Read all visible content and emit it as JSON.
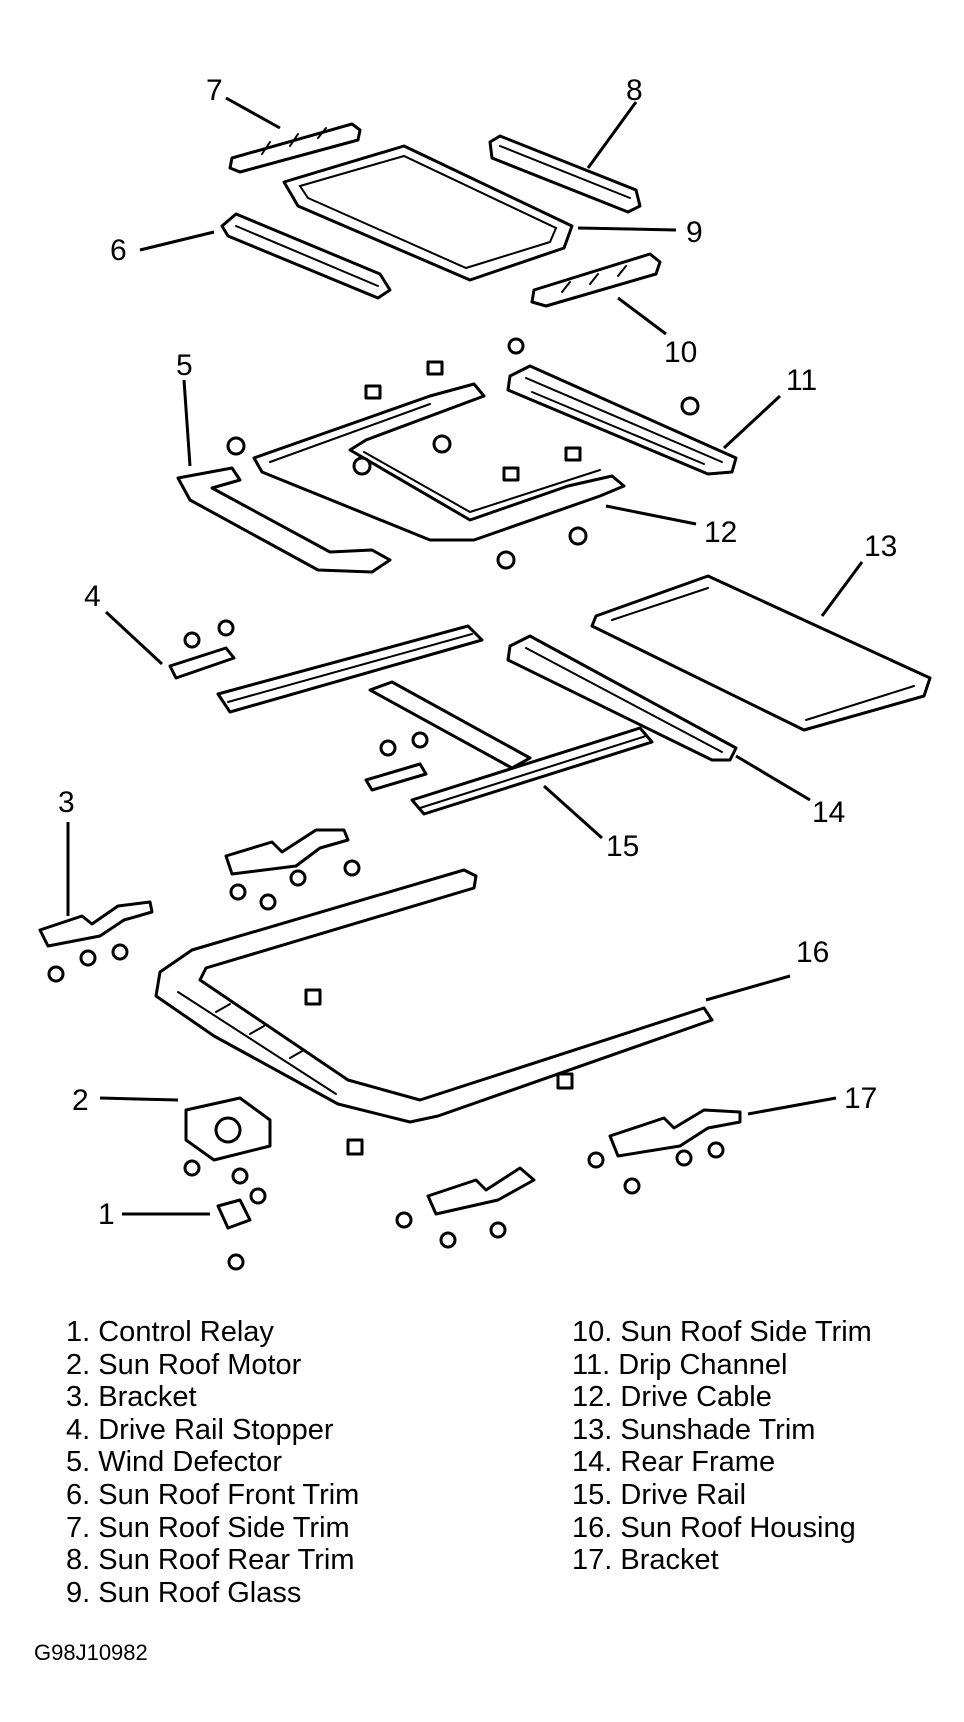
{
  "legend": [
    {
      "num": "1",
      "label": "Control Relay"
    },
    {
      "num": "2",
      "label": "Sun Roof Motor"
    },
    {
      "num": "3",
      "label": "Bracket"
    },
    {
      "num": "4",
      "label": "Drive Rail Stopper"
    },
    {
      "num": "5",
      "label": "Wind Defector"
    },
    {
      "num": "6",
      "label": "Sun Roof Front Trim"
    },
    {
      "num": "7",
      "label": "Sun Roof Side Trim"
    },
    {
      "num": "8",
      "label": "Sun Roof Rear Trim"
    },
    {
      "num": "9",
      "label": "Sun Roof Glass"
    },
    {
      "num": "10",
      "label": "Sun Roof Side Trim"
    },
    {
      "num": "11",
      "label": "Drip Channel"
    },
    {
      "num": "12",
      "label": "Drive Cable"
    },
    {
      "num": "13",
      "label": "Sunshade Trim"
    },
    {
      "num": "14",
      "label": "Rear Frame"
    },
    {
      "num": "15",
      "label": "Drive Rail"
    },
    {
      "num": "16",
      "label": "Sun Roof Housing"
    },
    {
      "num": "17",
      "label": "Bracket"
    }
  ],
  "legend_left_text": [
    "1. Control Relay",
    "2. Sun Roof Motor",
    "3. Bracket",
    "4. Drive Rail Stopper",
    "5. Wind Defector",
    "6. Sun Roof Front Trim",
    "7. Sun Roof Side Trim",
    "8. Sun Roof Rear Trim",
    "9. Sun Roof Glass"
  ],
  "legend_right_text": [
    "10. Sun Roof Side Trim",
    "11. Drip Channel",
    "12. Drive Cable",
    "13. Sunshade Trim",
    "14. Rear Frame",
    "15. Drive Rail",
    "16. Sun Roof Housing",
    "17. Bracket"
  ],
  "figure_code": "G98J10982",
  "colors": {
    "ink": "#000000",
    "paper": "#ffffff"
  }
}
